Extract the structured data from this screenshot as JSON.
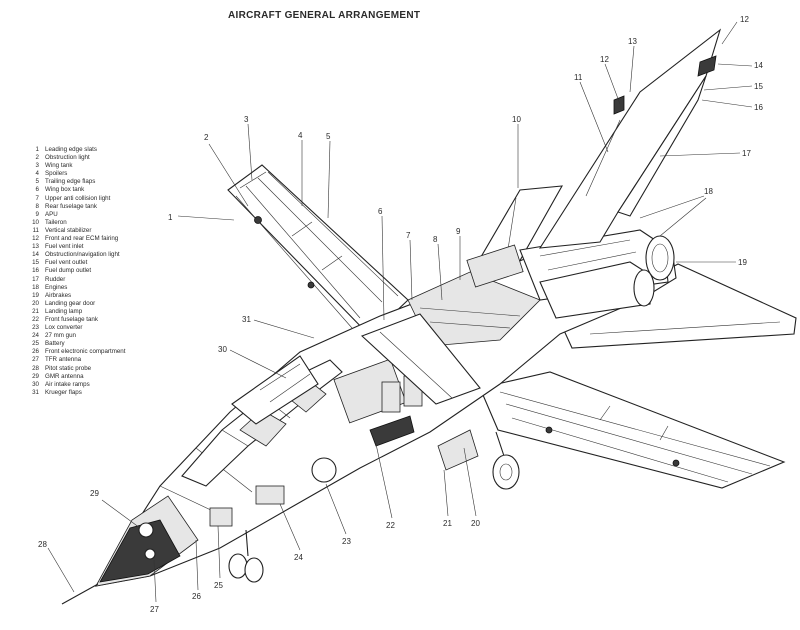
{
  "title": "AIRCRAFT GENERAL ARRANGEMENT",
  "legend": [
    {
      "num": "1",
      "text": "Leading edge slats"
    },
    {
      "num": "2",
      "text": "Obstruction light"
    },
    {
      "num": "3",
      "text": "Wing tank"
    },
    {
      "num": "4",
      "text": "Spoilers"
    },
    {
      "num": "5",
      "text": "Trailing edge flaps"
    },
    {
      "num": "6",
      "text": "Wing box tank"
    },
    {
      "num": "7",
      "text": "Upper anti collision light"
    },
    {
      "num": "8",
      "text": "Rear fuselage tank"
    },
    {
      "num": "9",
      "text": "APU"
    },
    {
      "num": "10",
      "text": "Taileron"
    },
    {
      "num": "11",
      "text": "Vertical stabilizer"
    },
    {
      "num": "12",
      "text": "Front and rear ECM fairing"
    },
    {
      "num": "13",
      "text": "Fuel vent inlet"
    },
    {
      "num": "14",
      "text": "Obstruction/navigation light"
    },
    {
      "num": "15",
      "text": "Fuel vent outlet"
    },
    {
      "num": "16",
      "text": "Fuel dump outlet"
    },
    {
      "num": "17",
      "text": "Rudder"
    },
    {
      "num": "18",
      "text": "Engines"
    },
    {
      "num": "19",
      "text": "Airbrakes"
    },
    {
      "num": "20",
      "text": "Landing gear door"
    },
    {
      "num": "21",
      "text": "Landing lamp"
    },
    {
      "num": "22",
      "text": "Front fuselage tank"
    },
    {
      "num": "23",
      "text": "Lox converter"
    },
    {
      "num": "24",
      "text": "27 mm gun"
    },
    {
      "num": "25",
      "text": "Battery"
    },
    {
      "num": "26",
      "text": "Front electronic compartment"
    },
    {
      "num": "27",
      "text": "TFR antenna"
    },
    {
      "num": "28",
      "text": "Pitot static probe"
    },
    {
      "num": "29",
      "text": "GMR antenna"
    },
    {
      "num": "30",
      "text": "Air intake ramps"
    },
    {
      "num": "31",
      "text": "Krueger flaps"
    }
  ],
  "callouts": {
    "c1": "1",
    "c2": "2",
    "c3": "3",
    "c4": "4",
    "c5": "5",
    "c6": "6",
    "c7": "7",
    "c8": "8",
    "c9": "9",
    "c10": "10",
    "c11": "11",
    "c12a": "12",
    "c12b": "12",
    "c13": "13",
    "c14": "14",
    "c15": "15",
    "c16": "16",
    "c17": "17",
    "c18": "18",
    "c19": "19",
    "c20": "20",
    "c21": "21",
    "c22": "22",
    "c23": "23",
    "c24": "24",
    "c25": "25",
    "c26": "26",
    "c27": "27",
    "c28": "28",
    "c29": "29",
    "c30": "30",
    "c31": "31"
  }
}
